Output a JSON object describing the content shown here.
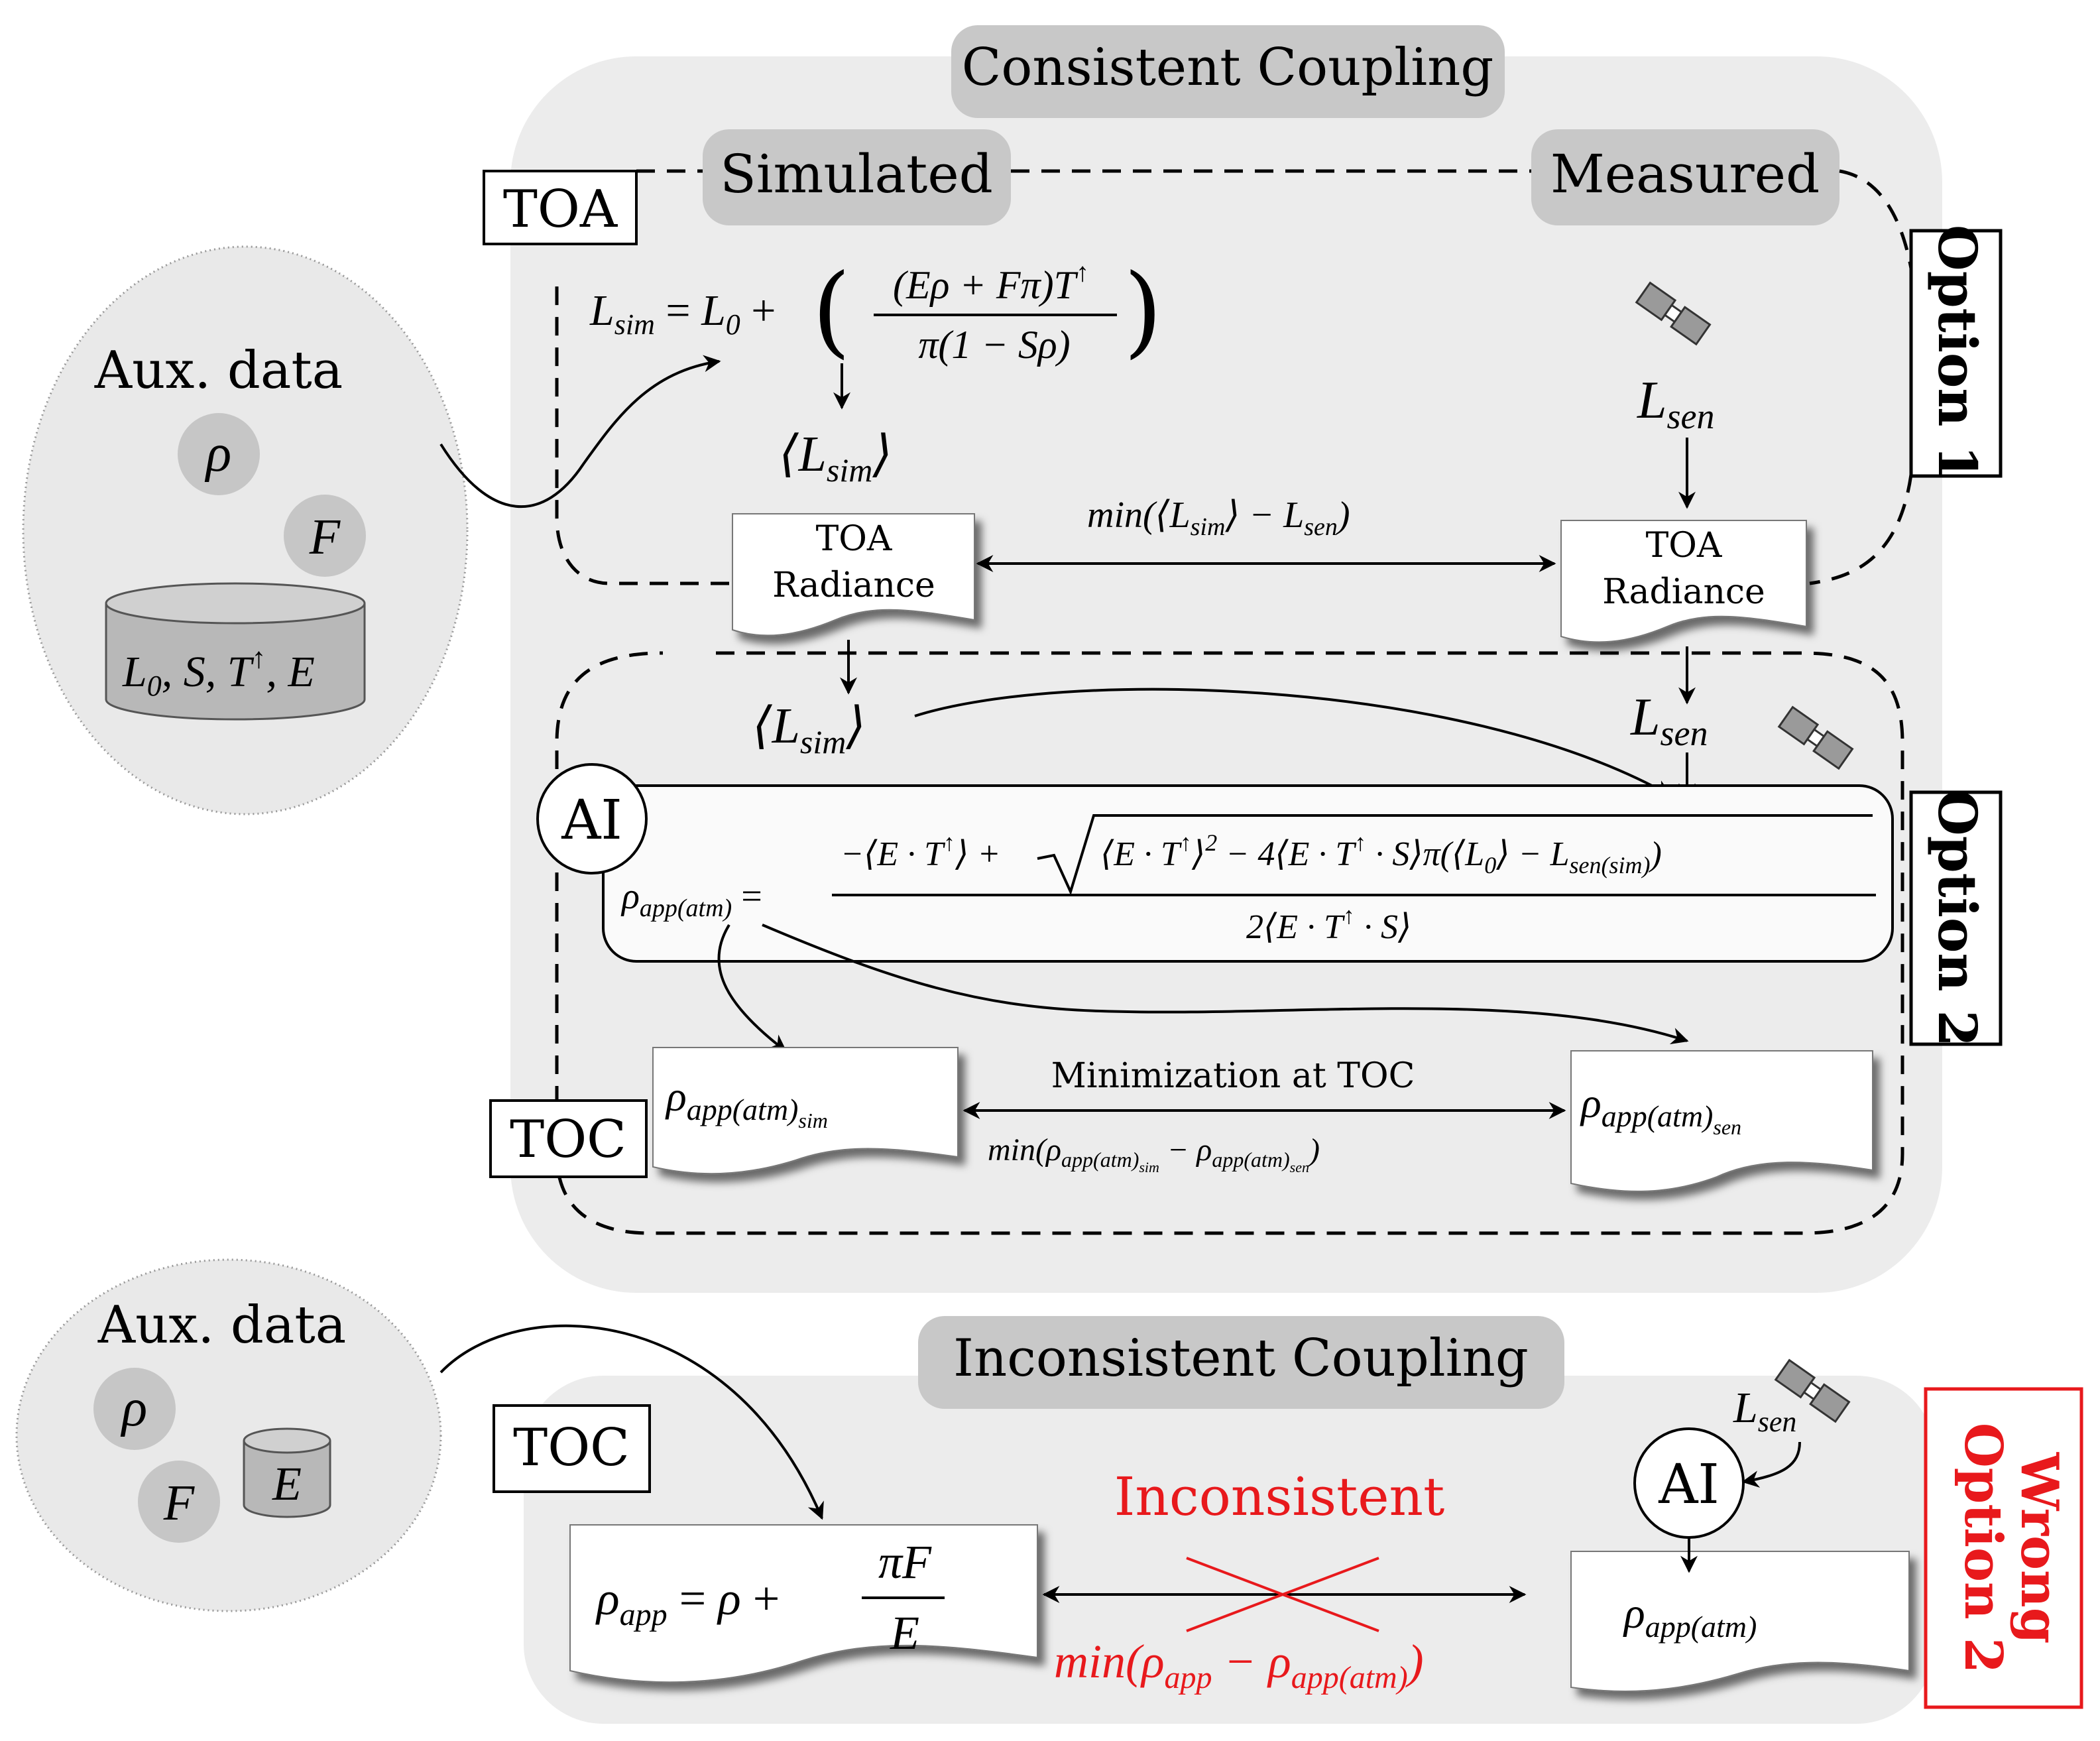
{
  "consistent": {
    "title": "Consistent Coupling",
    "simulated": "Simulated",
    "measured": "Measured",
    "toa_box": "TOA",
    "toc_box": "TOC",
    "option1": "Option 1",
    "option2": "Option 2",
    "eq_lsim": "L_sim = L_0 + ( (Eρ + Fπ)T↑ / π(1 − Sρ) )",
    "lsim_avg": "⟨L_sim⟩",
    "lsen": "L_sen",
    "toa_radiance_sim": [
      "TOA",
      "Radiance"
    ],
    "toa_radiance_sen": [
      "TOA",
      "Radiance"
    ],
    "min_toa": "min(⟨L_sim⟩ − L_sen)",
    "ai": "AI",
    "rho_app_atm_eq": "ρ_app(atm) = [ −⟨E·T↑⟩ + √(⟨E·T↑⟩² − 4⟨E·T↑·S⟩π(⟨L0⟩ − L_sen(sim))) ] / 2⟨E·T↑·S⟩",
    "rho_sim": "ρ_app(atm)_sim",
    "rho_sen": "ρ_app(atm)_sen",
    "min_toc_label": "Minimization at TOC",
    "min_toc": "min(ρ_app(atm)_sim − ρ_app(atm)_sen)"
  },
  "aux_top": {
    "title": "Aux. data",
    "rho": "ρ",
    "F": "F",
    "db": "L0, S, T↑, E"
  },
  "aux_bottom": {
    "title": "Aux. data",
    "rho": "ρ",
    "F": "F",
    "E": "E"
  },
  "inconsistent": {
    "title": "Inconsistent Coupling",
    "toc_box": "TOC",
    "inconsistent_label": "Inconsistent",
    "rho_app_eq": "ρ_app = ρ + πF / E",
    "min": "min(ρ_app − ρ_app(atm))",
    "lsen": "L_sen",
    "ai": "AI",
    "rho_atm": "ρ_app(atm)",
    "wrong_option": [
      "Wrong",
      "Option 2"
    ]
  },
  "colors": {
    "panel": "#ececec",
    "pill": "#c8c8c8",
    "red": "#e8191c",
    "circle": "#c6c6c6"
  }
}
